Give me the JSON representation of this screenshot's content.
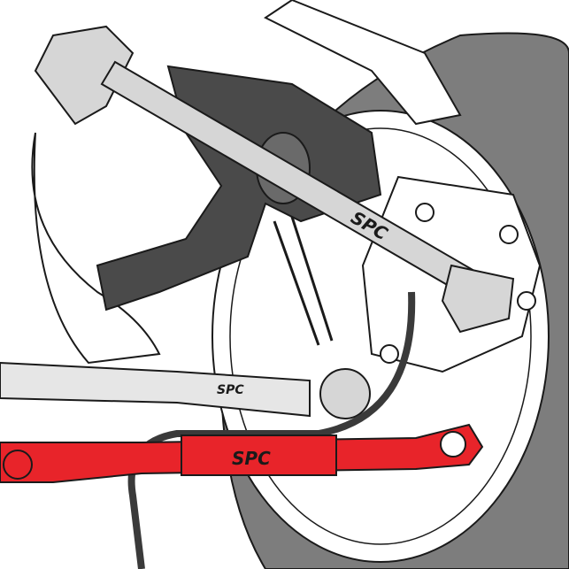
{
  "illustration": {
    "logo_upper_arm": "SPC",
    "logo_toe_link": "SPC",
    "logo_lower_arm": "SPC"
  },
  "colors": {
    "highlight_part": "#e8242a",
    "tire": "#7d7d7d",
    "control_arm": "#4a4a4a",
    "line": "#1a1a1a",
    "metal": "#d6d6d6"
  }
}
